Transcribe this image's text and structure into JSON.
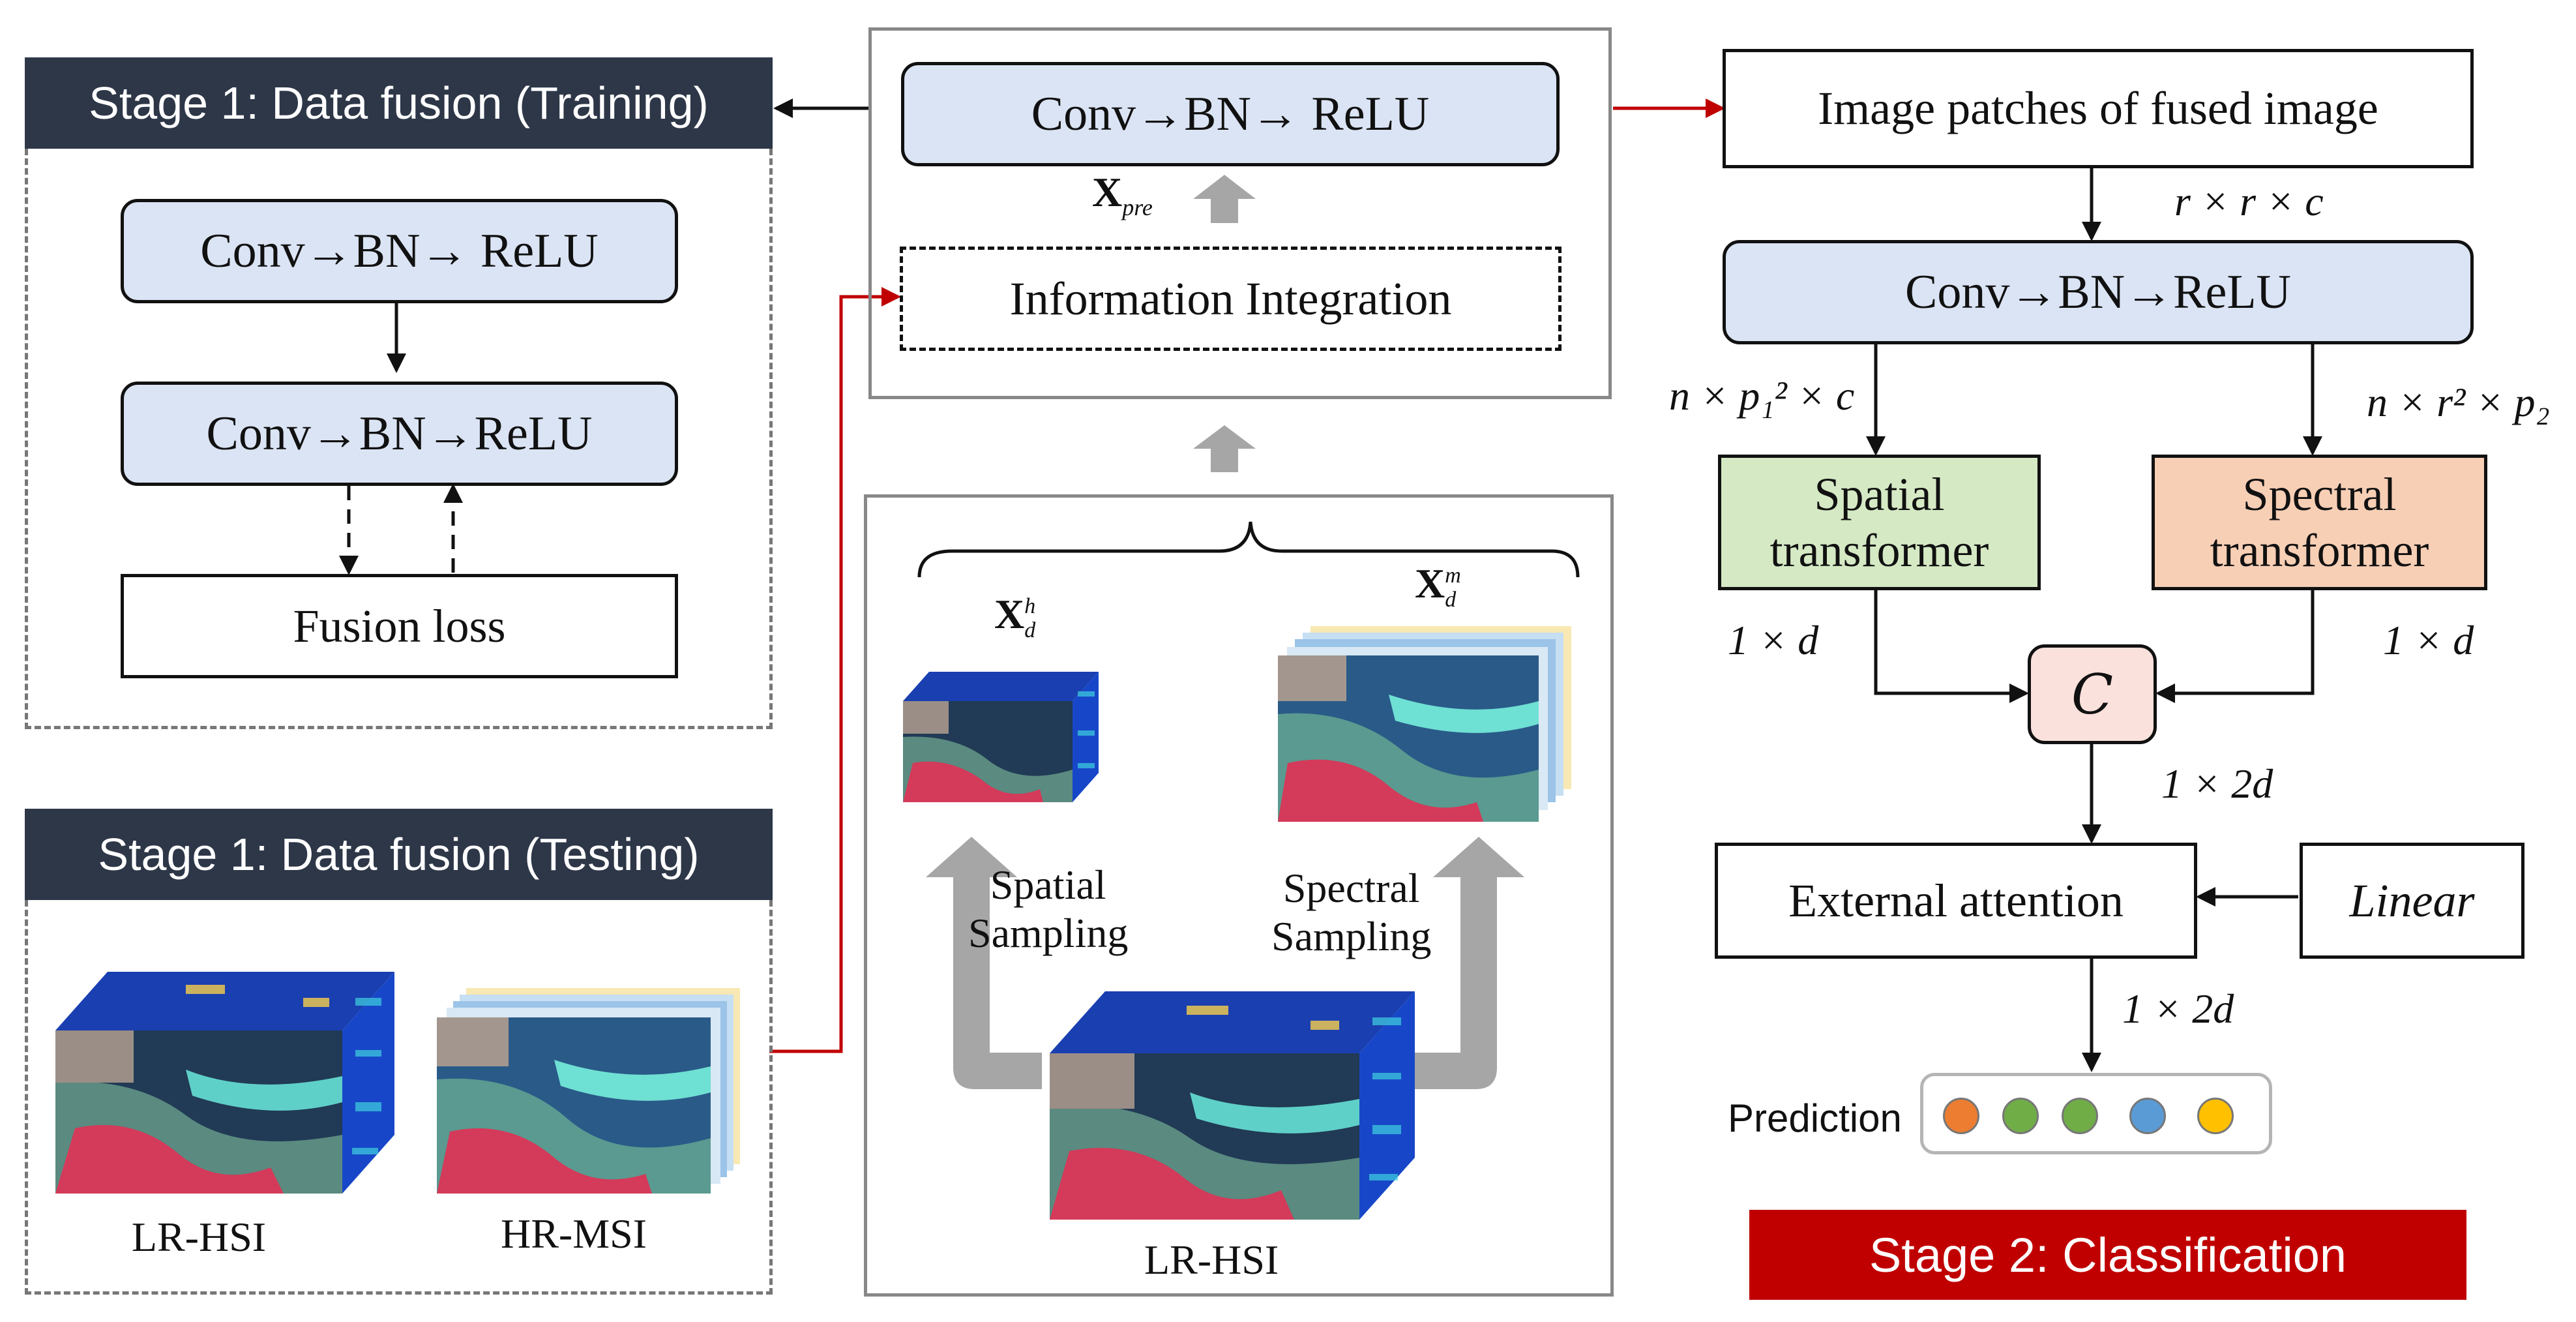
{
  "stage1_training": {
    "title": "Stage 1: Data fusion (Training)",
    "block1": "Conv→BN→ ReLU",
    "block2": "Conv→BN→ReLU",
    "loss": "Fusion loss"
  },
  "stage1_testing": {
    "title": "Stage 1: Data fusion (Testing)",
    "lr_label": "LR-HSI",
    "hr_label": "HR-MSI"
  },
  "center": {
    "top_block": "Conv→BN→ ReLU",
    "xpre": "X",
    "xpre_sub": "pre",
    "integration": "Information Integration",
    "xh": "X",
    "xh_sub": "d",
    "xh_sup": "h",
    "xm": "X",
    "xm_sub": "d",
    "xm_sup": "m",
    "spatial_sampling": [
      "Spatial",
      "Sampling"
    ],
    "spectral_sampling": [
      "Spectral",
      "Sampling"
    ],
    "lr_label": "LR-HSI"
  },
  "stage2": {
    "patches": "Image patches of fused image",
    "rrc": "r × r × c",
    "conv": "Conv→BN→ReLU",
    "left_dim": "n × p₁² × c",
    "right_dim": "n × r² × p₂",
    "spatial": [
      "Spatial",
      "transformer"
    ],
    "spectral": [
      "Spectral",
      "transformer"
    ],
    "d_left": "1 × d",
    "d_right": "1 × d",
    "concat": "C",
    "d2_a": "1 × 2d",
    "external": "External attention",
    "linear": "Linear",
    "d2_b": "1 × 2d",
    "prediction": "Prediction",
    "title": "Stage 2: Classification"
  },
  "colors": {
    "dark_header": "#2d3748",
    "blue_block": "#dbe4f4",
    "spatial_green": "#d5e9c4",
    "spectral_orange": "#f7cfb5",
    "concat_pink": "#fbe1dc",
    "red_arrow": "#c00000",
    "stage2_red": "#c00000",
    "gray_arrow": "#a6a6a6"
  },
  "prediction_dots": [
    "#ed7d31",
    "#70ad47",
    "#70ad47",
    "#5b9bd5",
    "#ffc000"
  ]
}
